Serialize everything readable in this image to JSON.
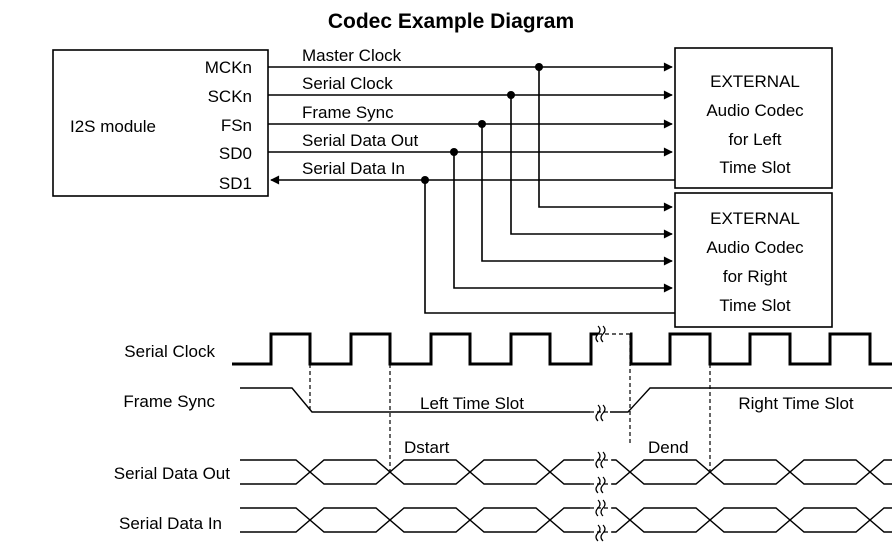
{
  "title": "Codec Example Diagram",
  "i2s_module": {
    "label": "I2S module",
    "pins": [
      "MCKn",
      "SCKn",
      "FSn",
      "SD0",
      "SD1"
    ]
  },
  "signals": [
    "Master Clock",
    "Serial Clock",
    "Frame Sync",
    "Serial Data Out",
    "Serial Data In"
  ],
  "codec_left": [
    "EXTERNAL",
    "Audio Codec",
    "for Left",
    "Time Slot"
  ],
  "codec_right": [
    "EXTERNAL",
    "Audio Codec",
    "for Right",
    "Time Slot"
  ],
  "timing": {
    "rows": [
      "Serial Clock",
      "Frame Sync",
      "Serial Data Out",
      "Serial Data In"
    ],
    "left_slot": "Left Time Slot",
    "right_slot": "Right Time Slot",
    "dstart": "Dstart",
    "dend": "Dend"
  }
}
